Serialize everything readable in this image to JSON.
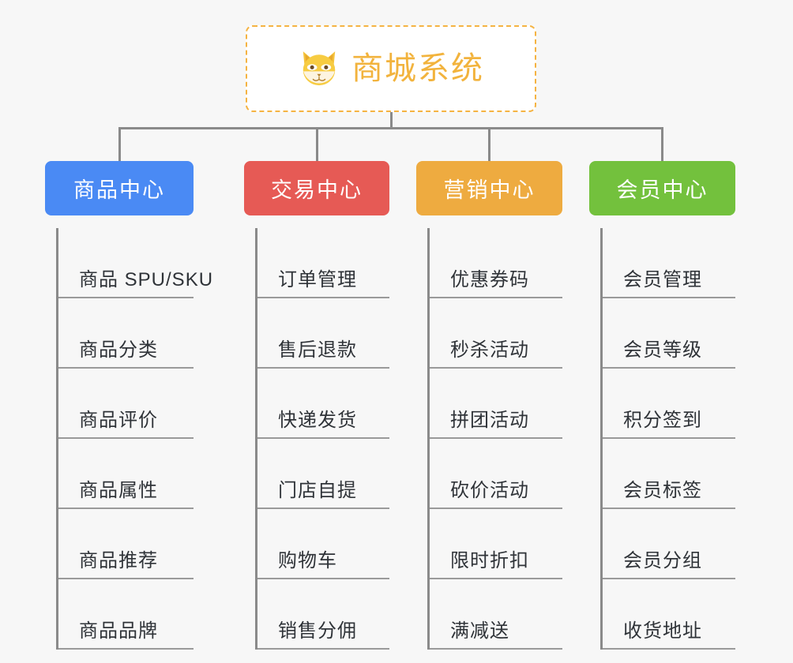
{
  "page": {
    "background_color": "#f7f7f7",
    "connector_color": "#8a8a8a",
    "leaf_text_color": "#2f3338",
    "leaf_rule_color": "#9a9a9a"
  },
  "root": {
    "title": "商城系统",
    "icon": "shiba-dog-emoji",
    "text_color": "#f2b33d",
    "border_color": "#f5b342",
    "background_color": "#ffffff"
  },
  "branches": [
    {
      "label": "商品中心",
      "color": "#4a8af4",
      "items": [
        "商品 SPU/SKU",
        "商品分类",
        "商品评价",
        "商品属性",
        "商品推荐",
        "商品品牌"
      ]
    },
    {
      "label": "交易中心",
      "color": "#e65a55",
      "items": [
        "订单管理",
        "售后退款",
        "快递发货",
        "门店自提",
        "购物车",
        "销售分佣"
      ]
    },
    {
      "label": "营销中心",
      "color": "#eeab40",
      "items": [
        "优惠券码",
        "秒杀活动",
        "拼团活动",
        "砍价活动",
        "限时折扣",
        "满减送"
      ]
    },
    {
      "label": "会员中心",
      "color": "#73c13d",
      "items": [
        "会员管理",
        "会员等级",
        "积分签到",
        "会员标签",
        "会员分组",
        "收货地址"
      ]
    }
  ]
}
